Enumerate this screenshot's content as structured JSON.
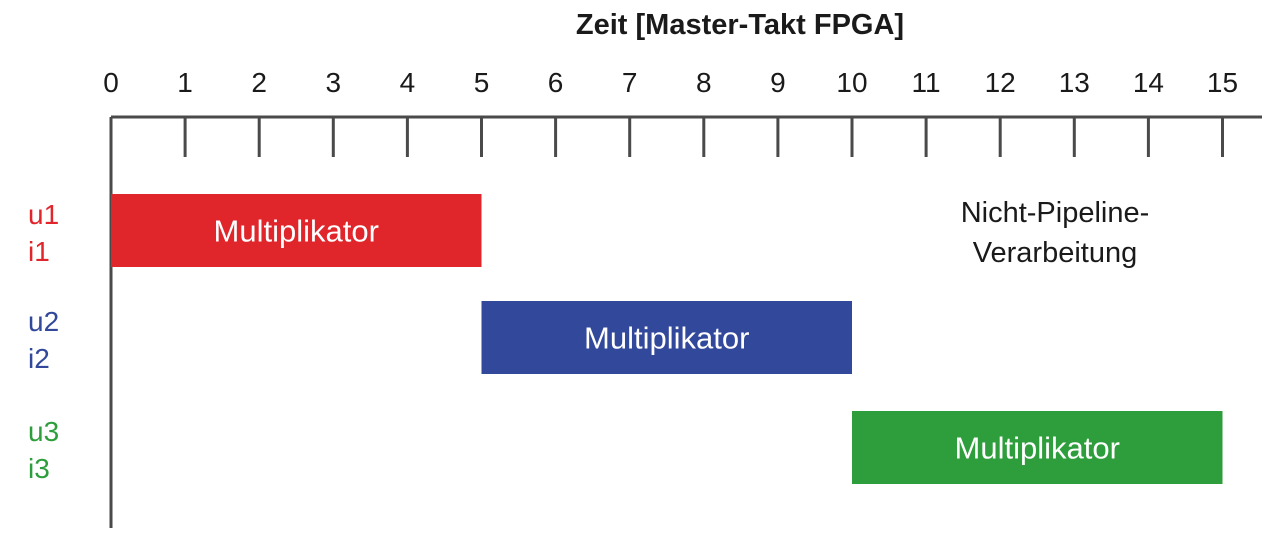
{
  "title": "Zeit [Master-Takt FPGA]",
  "axis": {
    "min": 0,
    "max": 15,
    "ticks": [
      "0",
      "1",
      "2",
      "3",
      "4",
      "5",
      "6",
      "7",
      "8",
      "9",
      "10",
      "11",
      "12",
      "13",
      "14",
      "15"
    ]
  },
  "rows": [
    {
      "label_top": "u1",
      "label_bottom": "i1",
      "color": "#e0252b",
      "start": 0,
      "end": 5,
      "block_label": "Multiplikator"
    },
    {
      "label_top": "u2",
      "label_bottom": "i2",
      "color": "#32489b",
      "start": 5,
      "end": 10,
      "block_label": "Multiplikator"
    },
    {
      "label_top": "u3",
      "label_bottom": "i3",
      "color": "#2e9e3c",
      "start": 10,
      "end": 15,
      "block_label": "Multiplikator"
    }
  ],
  "note": {
    "line1": "Nicht-Pipeline-",
    "line2": "Verarbeitung"
  },
  "colors": {
    "axis": "#4a4a4a",
    "text": "#1a1a1a"
  }
}
